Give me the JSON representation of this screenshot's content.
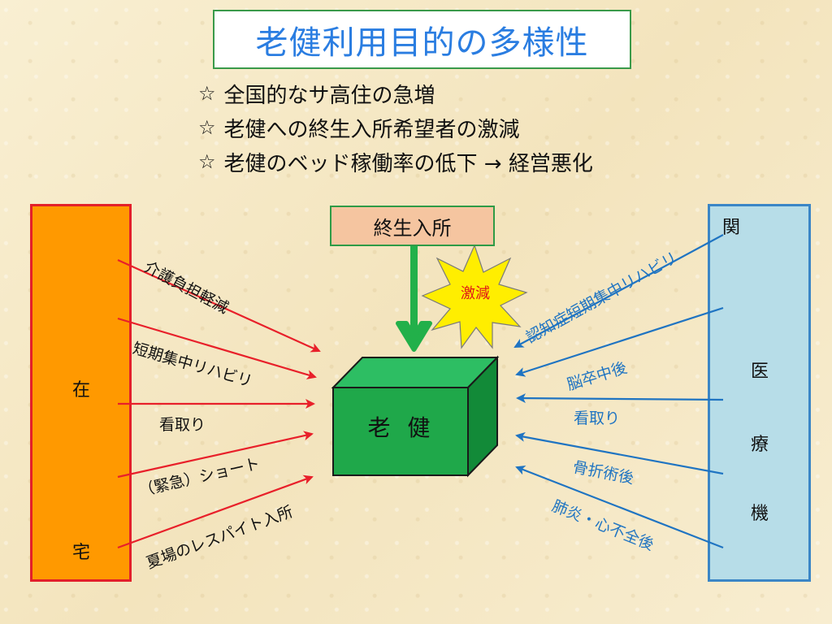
{
  "title": "老健利用目的の多様性",
  "bullets": [
    "全国的なサ高住の急増",
    "老健への終生入所希望者の激減",
    "老健のベッド稼働率の低下 → 経営悪化"
  ],
  "bullet_icon": "star-outline-icon",
  "left_box": {
    "chars": [
      "在",
      "宅"
    ],
    "fill": "#ff9900",
    "border": "#e3202a"
  },
  "right_box": {
    "chars": [
      "医",
      "療",
      "機",
      "関"
    ],
    "fill": "#b7dde8",
    "border": "#3b86c6"
  },
  "center": {
    "top_label": "終生入所",
    "burst_label": "激減",
    "box_label": "老 健"
  },
  "left_labels": [
    "介護負担軽減",
    "短期集中リハビリ",
    "看取り",
    "（緊急）ショート",
    "夏場のレスパイト入所"
  ],
  "right_labels": [
    "認知症短期集中リハビリ",
    "脳卒中後",
    "看取り",
    "骨折術後",
    "肺炎・心不全後"
  ],
  "colors": {
    "title_text": "#2a7de1",
    "left_arrows": "#e8202a",
    "right_arrows": "#1f74c2",
    "down_arrow": "#22b04a",
    "box_green": "#1fa84a",
    "burst": "#ffee00"
  }
}
